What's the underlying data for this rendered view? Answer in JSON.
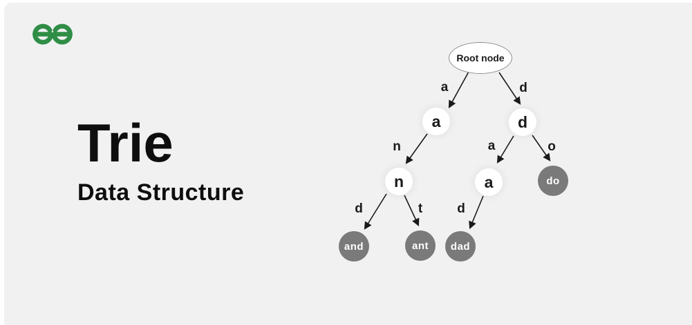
{
  "page": {
    "background_color": "#f1f1f2",
    "outer_color": "#ffffff"
  },
  "brand": {
    "logo": "geeksforgeeks-logo",
    "logo_color": "#2f8d46"
  },
  "title": {
    "heading": "Trie",
    "subheading": "Data Structure"
  },
  "tree": {
    "root_label": "Root node",
    "nodes": [
      {
        "id": "a1",
        "label": "a",
        "type": "white"
      },
      {
        "id": "d1",
        "label": "d",
        "type": "white"
      },
      {
        "id": "n1",
        "label": "n",
        "type": "white"
      },
      {
        "id": "a2",
        "label": "a",
        "type": "white"
      },
      {
        "id": "do",
        "label": "do",
        "type": "gray"
      },
      {
        "id": "and",
        "label": "and",
        "type": "gray"
      },
      {
        "id": "ant",
        "label": "ant",
        "type": "gray"
      },
      {
        "id": "dad",
        "label": "dad",
        "type": "gray"
      }
    ],
    "edges": [
      {
        "from": "root",
        "to": "a1",
        "label": "a"
      },
      {
        "from": "root",
        "to": "d1",
        "label": "d"
      },
      {
        "from": "a1",
        "to": "n1",
        "label": "n"
      },
      {
        "from": "n1",
        "to": "and",
        "label": "d"
      },
      {
        "from": "n1",
        "to": "ant",
        "label": "t"
      },
      {
        "from": "d1",
        "to": "a2",
        "label": "a"
      },
      {
        "from": "d1",
        "to": "do",
        "label": "o"
      },
      {
        "from": "a2",
        "to": "dad",
        "label": "d"
      }
    ],
    "colors": {
      "terminal_node_fill": "#7a7a7a",
      "intermediate_node_fill": "#ffffff",
      "edge_stroke": "#1a1a1a"
    }
  }
}
